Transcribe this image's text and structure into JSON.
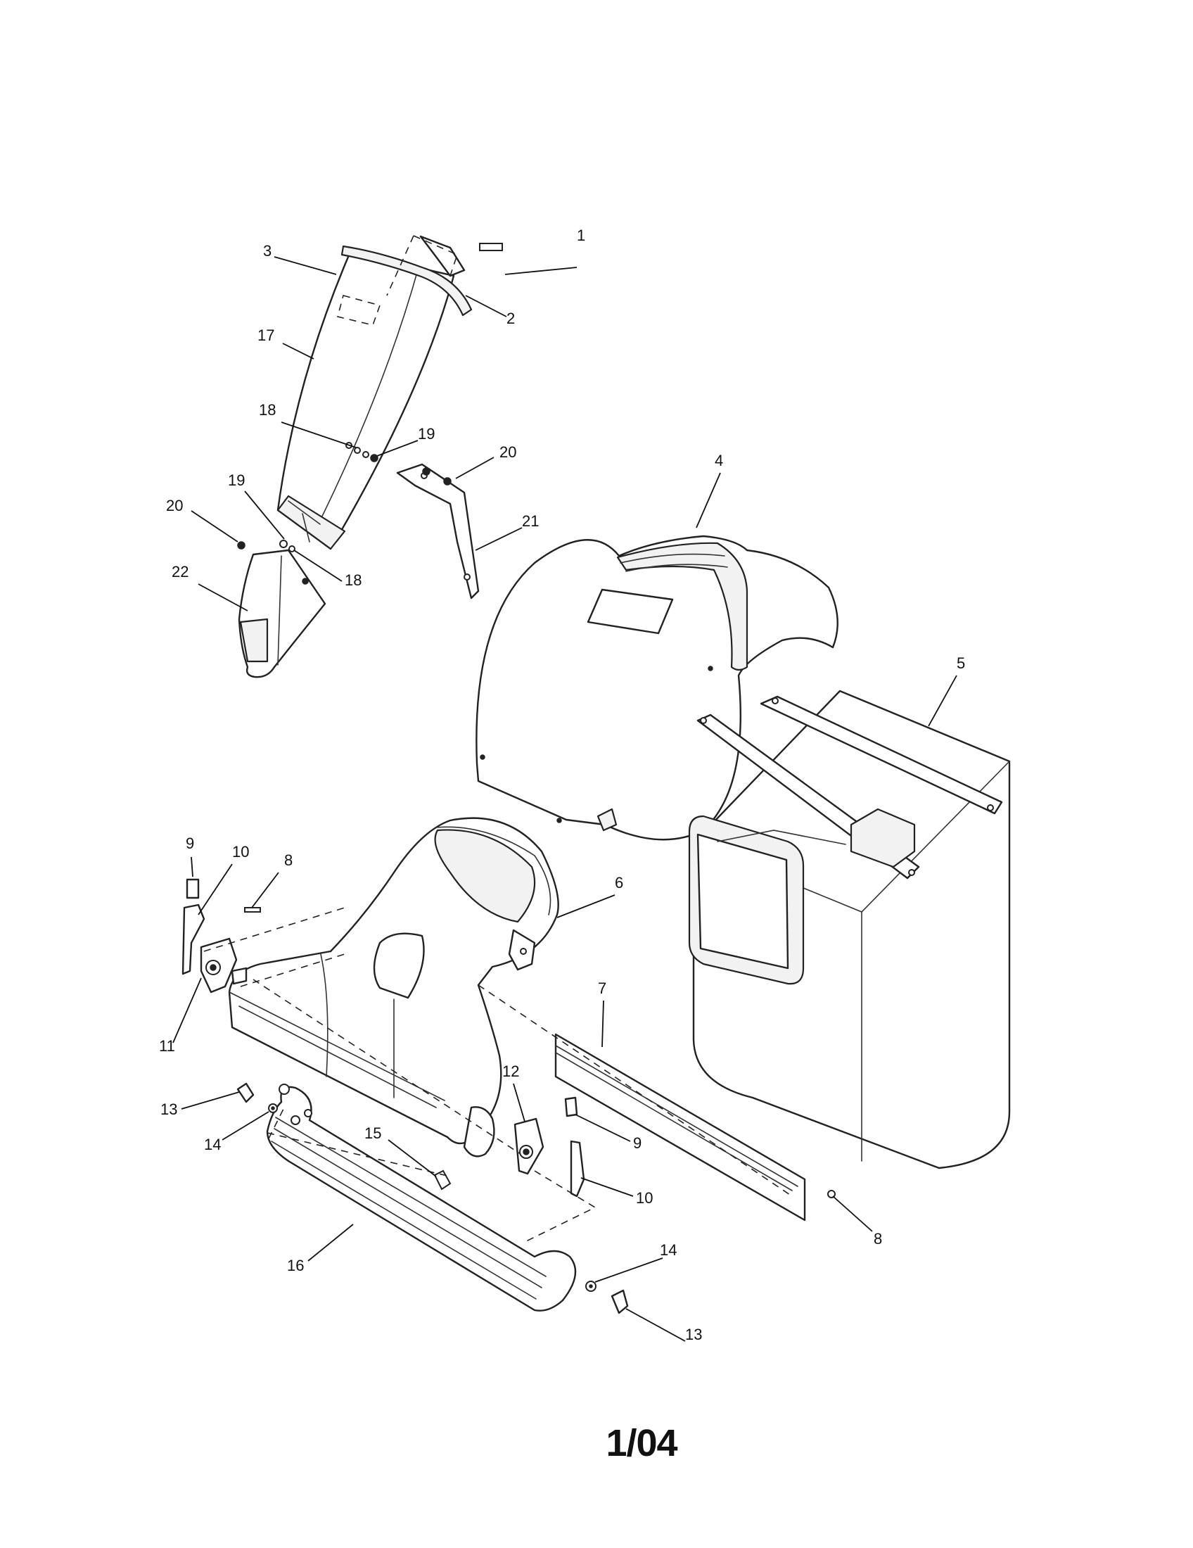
{
  "diagram": {
    "page_code": "1/04",
    "parts": [
      {
        "id": "1",
        "name": "part-1"
      },
      {
        "id": "2",
        "name": "part-2"
      },
      {
        "id": "3",
        "name": "part-3"
      },
      {
        "id": "4",
        "name": "part-4"
      },
      {
        "id": "5",
        "name": "part-5"
      },
      {
        "id": "6",
        "name": "part-6"
      },
      {
        "id": "7",
        "name": "part-7"
      },
      {
        "id": "8",
        "name": "part-8"
      },
      {
        "id": "9",
        "name": "part-9"
      },
      {
        "id": "10",
        "name": "part-10"
      },
      {
        "id": "11",
        "name": "part-11"
      },
      {
        "id": "12",
        "name": "part-12"
      },
      {
        "id": "13",
        "name": "part-13"
      },
      {
        "id": "14",
        "name": "part-14"
      },
      {
        "id": "15",
        "name": "part-15"
      },
      {
        "id": "16",
        "name": "part-16"
      },
      {
        "id": "17",
        "name": "part-17"
      },
      {
        "id": "18",
        "name": "part-18"
      },
      {
        "id": "19",
        "name": "part-19"
      },
      {
        "id": "20",
        "name": "part-20"
      },
      {
        "id": "21",
        "name": "part-21"
      },
      {
        "id": "22",
        "name": "part-22"
      }
    ],
    "callouts": [
      {
        "label": "1"
      },
      {
        "label": "2"
      },
      {
        "label": "3"
      },
      {
        "label": "17"
      },
      {
        "label": "18"
      },
      {
        "label": "19"
      },
      {
        "label": "20"
      },
      {
        "label": "21"
      },
      {
        "label": "19"
      },
      {
        "label": "20"
      },
      {
        "label": "18"
      },
      {
        "label": "22"
      },
      {
        "label": "4"
      },
      {
        "label": "5"
      },
      {
        "label": "9"
      },
      {
        "label": "10"
      },
      {
        "label": "8"
      },
      {
        "label": "6"
      },
      {
        "label": "11"
      },
      {
        "label": "7"
      },
      {
        "label": "12"
      },
      {
        "label": "13"
      },
      {
        "label": "14"
      },
      {
        "label": "9"
      },
      {
        "label": "15"
      },
      {
        "label": "10"
      },
      {
        "label": "8"
      },
      {
        "label": "16"
      },
      {
        "label": "14"
      },
      {
        "label": "13"
      }
    ]
  }
}
